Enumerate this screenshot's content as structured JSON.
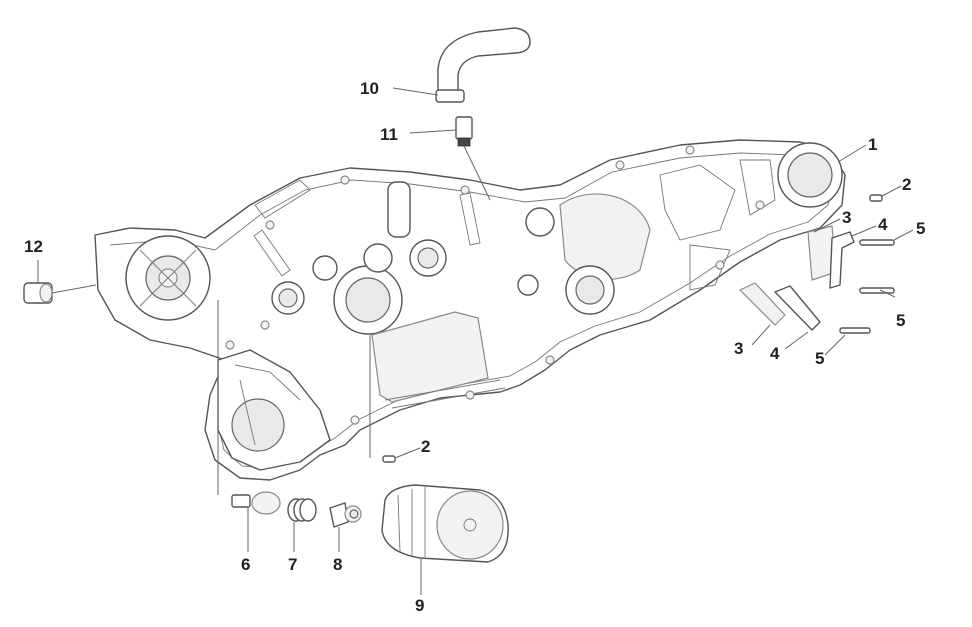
{
  "callouts": {
    "c1": "1",
    "c2a": "2",
    "c2b": "2",
    "c3a": "3",
    "c3b": "3",
    "c4a": "4",
    "c4b": "4",
    "c5a": "5",
    "c5b": "5",
    "c5c": "5",
    "c6": "6",
    "c7": "7",
    "c8": "8",
    "c9": "9",
    "c10": "10",
    "c11": "11",
    "c12": "12"
  }
}
